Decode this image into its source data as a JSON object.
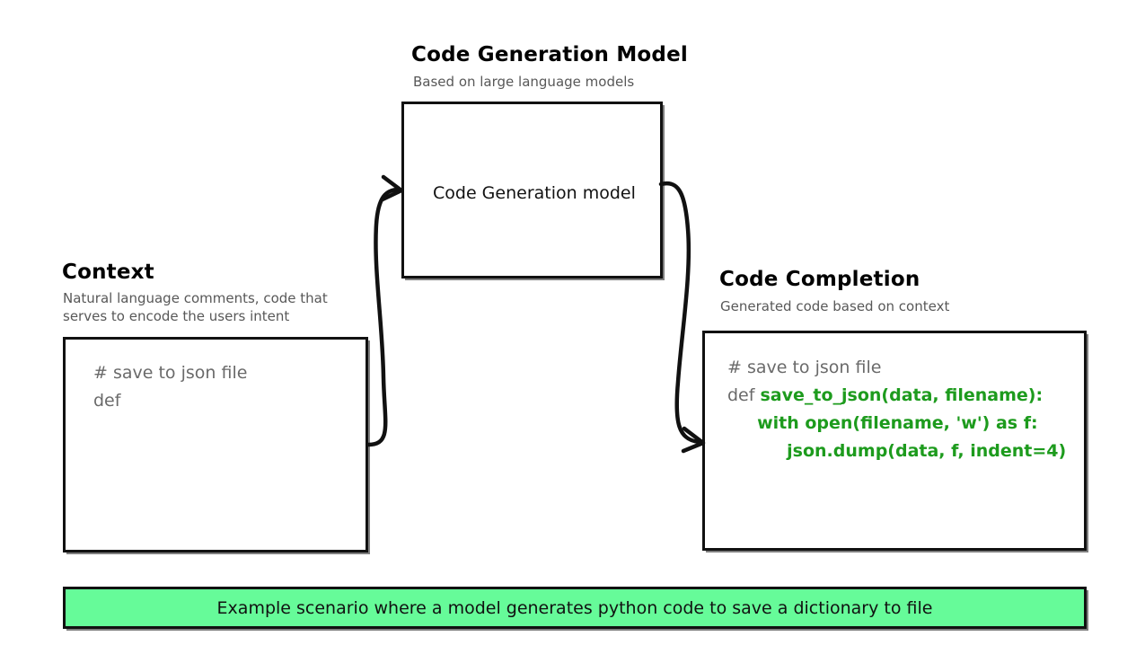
{
  "diagram": {
    "background_color": "#ffffff",
    "stroke_color": "#111111"
  },
  "model_node": {
    "title": "Code Generation Model",
    "subtitle": "Based on large language models",
    "box_label": "Code Generation model"
  },
  "context_node": {
    "title": "Context",
    "subtitle": "Natural language comments, code that\nserves to encode the users intent",
    "code": {
      "comment_line": "# save to json file",
      "def_line": "def"
    }
  },
  "completion_node": {
    "title": "Code Completion",
    "subtitle": "Generated code based on context",
    "code": {
      "comment_line": "# save to json file",
      "def_keyword": "def ",
      "generated_line_1": "save_to_json(data, filename):",
      "generated_line_2": "     with open(filename, 'w') as f:",
      "generated_line_3": "          json.dump(data, f, indent=4)",
      "generated_color": "#1d9b1d",
      "context_color": "#6a6a6a"
    }
  },
  "banner": {
    "text": "Example scenario where a model generates python code to save a dictionary to file",
    "fill_color": "#66fb99"
  },
  "arrows": [
    {
      "name": "context-to-model",
      "from": "context_node",
      "to": "model_node"
    },
    {
      "name": "model-to-completion",
      "from": "model_node",
      "to": "completion_node"
    }
  ]
}
